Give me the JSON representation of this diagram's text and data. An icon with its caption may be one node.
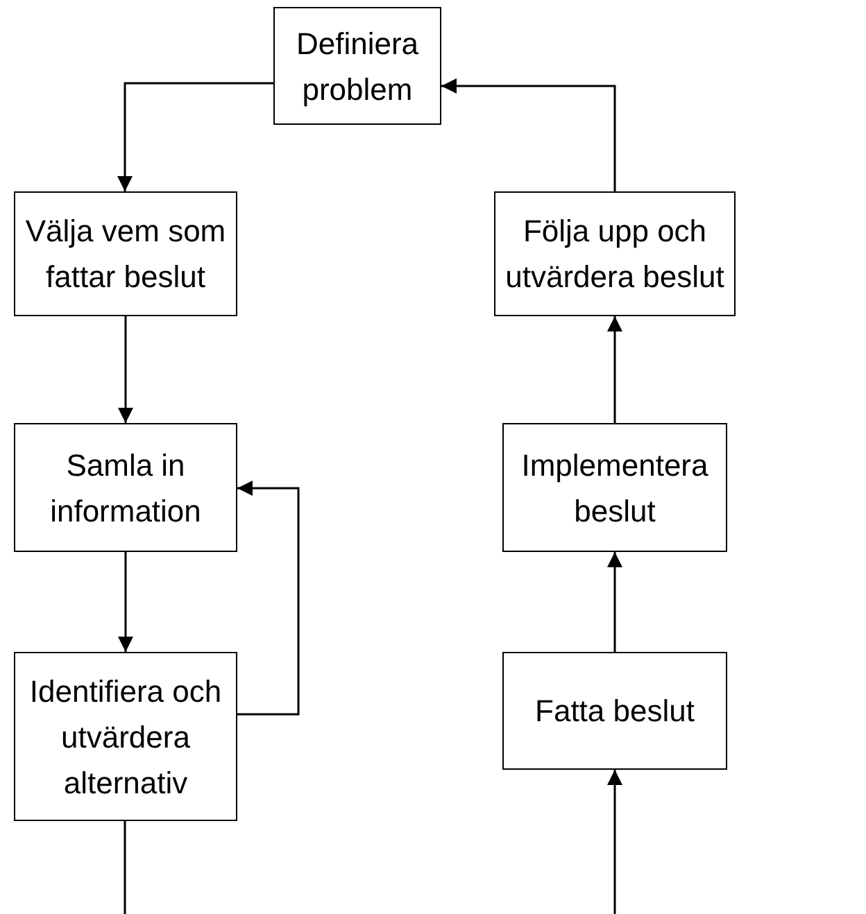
{
  "diagram": {
    "nodes": [
      {
        "text": [
          "Definiera problem"
        ]
      },
      {
        "text": [
          "Välja vem som fattar beslut"
        ]
      },
      {
        "text": [
          "Samla in information"
        ]
      },
      {
        "text": [
          "Identifiera och utvärdera alternativ"
        ]
      },
      {
        "text": [
          "Följa upp och utvärdera beslut"
        ]
      },
      {
        "text": [
          "Implementera beslut"
        ]
      },
      {
        "text": [
          "Fatta beslut"
        ]
      }
    ],
    "edges": [
      {
        "from": 0,
        "to": 1,
        "arrow": "to"
      },
      {
        "from": 1,
        "to": 2,
        "arrow": "to"
      },
      {
        "from": 2,
        "to": 3,
        "arrow": "to"
      },
      {
        "from": 3,
        "to": 2,
        "arrow": "to"
      },
      {
        "from": 4,
        "to": 0,
        "arrow": "to"
      },
      {
        "from": 5,
        "to": 4,
        "arrow": "to"
      },
      {
        "from": 6,
        "to": 5,
        "arrow": "to"
      },
      {
        "from": null,
        "to": 6,
        "arrow": "to"
      },
      {
        "from": 3,
        "to": null,
        "arrow": "none"
      }
    ]
  }
}
